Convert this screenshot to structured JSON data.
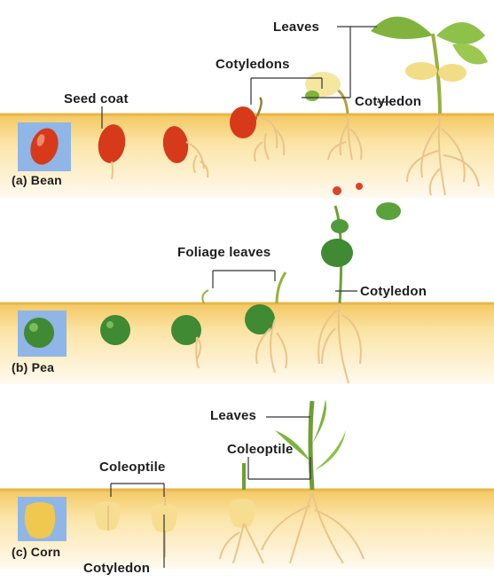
{
  "panels": {
    "bean": {
      "caption": "(a) Bean",
      "labels": {
        "seed_coat": "Seed coat",
        "cotyledons": "Cotyledons",
        "leaves": "Leaves",
        "cotyledon": "Cotyledon"
      }
    },
    "pea": {
      "caption": "(b) Pea",
      "labels": {
        "foliage_leaves": "Foliage leaves",
        "cotyledon": "Cotyledon"
      }
    },
    "corn": {
      "caption": "(c) Corn",
      "labels": {
        "leaves": "Leaves",
        "coleoptile_upper": "Coleoptile",
        "coleoptile_lower": "Coleoptile",
        "cotyledon": "Cotyledon"
      }
    }
  },
  "colors": {
    "soil_top": "#f3c760",
    "soil_bottom": "#fff3cf",
    "root": "#e9c48a",
    "bean_seed": "#d63a1a",
    "pea_seed": "#3f8a32",
    "corn_kernel": "#f0c850",
    "leaf_green": "#7fb33e",
    "inset_blue": "#8fb6e6",
    "flower_red": "#e0402a"
  }
}
